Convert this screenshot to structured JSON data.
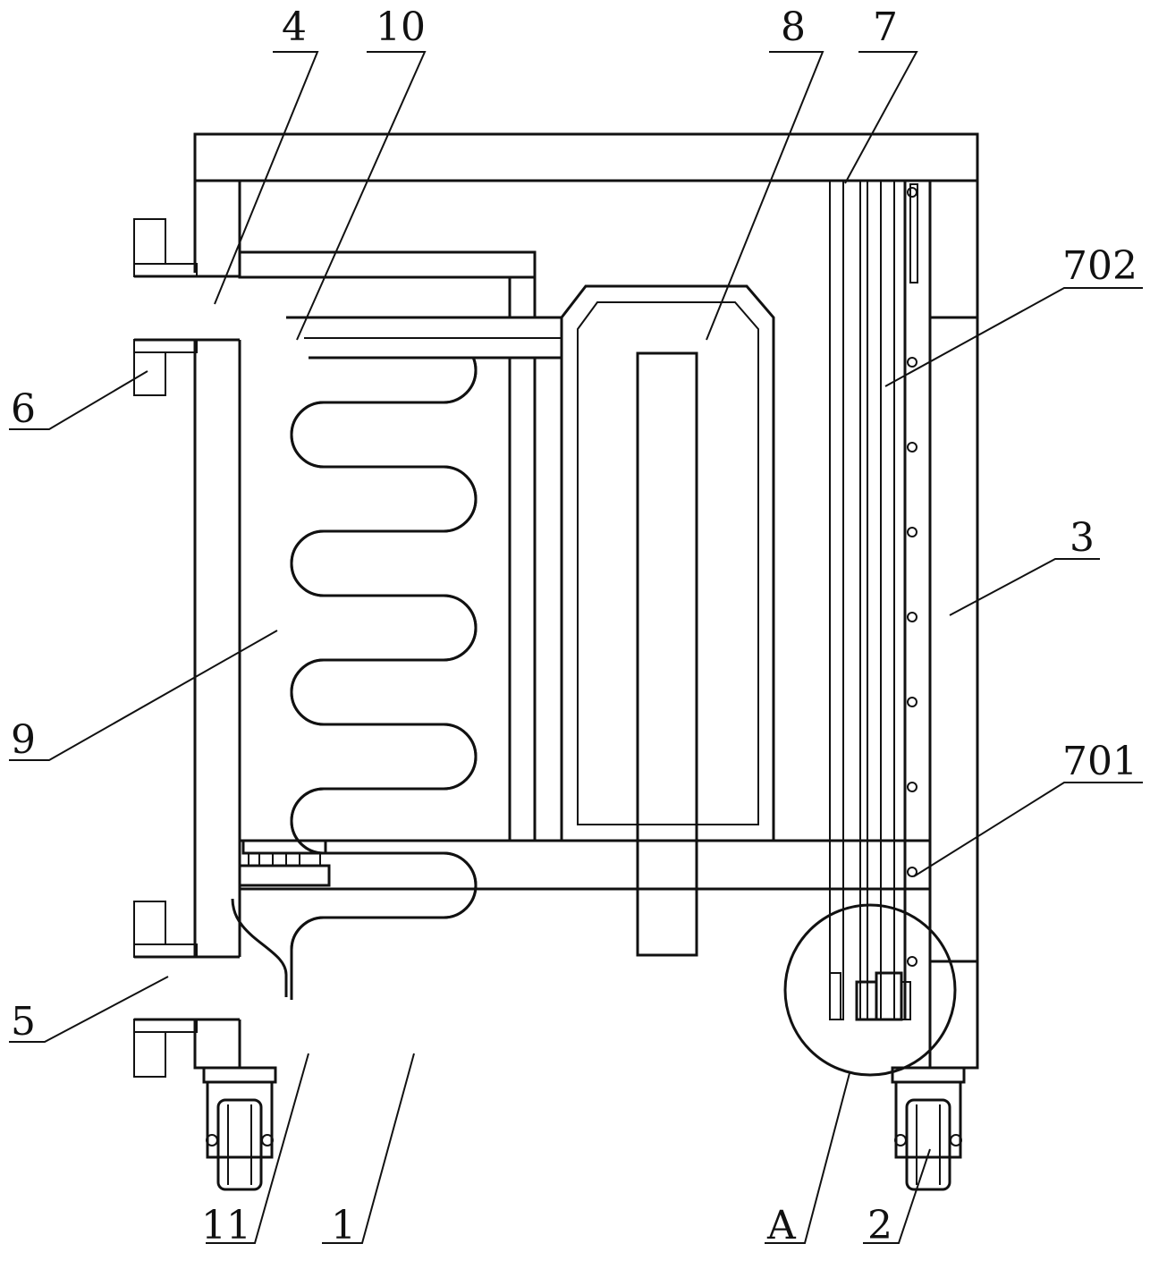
{
  "labels": {
    "housing": "1",
    "caster": "2",
    "mesh_panel": "3",
    "inlet_channel": "4",
    "lower_port": "5",
    "flange": "6",
    "rack": "7",
    "heater_box": "8",
    "serpentine_coil": "9",
    "coil_outlet": "10",
    "pump": "11",
    "detail_a": "A",
    "rod_701": "701",
    "rail_702": "702"
  },
  "colors": {
    "line": "#111111",
    "background": "#ffffff"
  }
}
